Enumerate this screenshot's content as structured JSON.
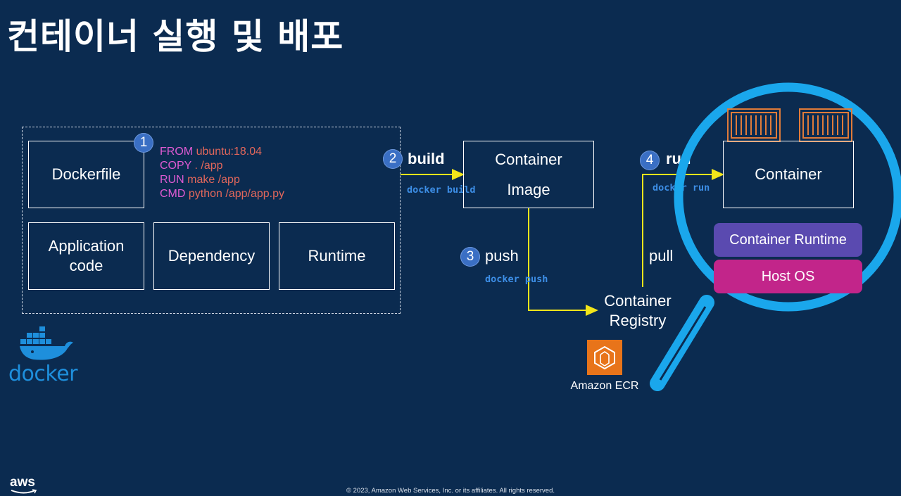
{
  "title": "컨테이너 실행 및 배포",
  "boxes": {
    "dockerfile": "Dockerfile",
    "app_code_line1": "Application",
    "app_code_line2": "code",
    "dependency": "Dependency",
    "runtime": "Runtime",
    "image_line1": "Container",
    "image_line2": "Image",
    "container": "Container",
    "registry_line1": "Container",
    "registry_line2": "Registry"
  },
  "code": [
    {
      "kw": "FROM",
      "arg": "ubuntu:18.04"
    },
    {
      "kw": "COPY",
      "arg": ". /app"
    },
    {
      "kw": "RUN",
      "arg": "make /app"
    },
    {
      "kw": "CMD",
      "arg": "python /app/app.py"
    }
  ],
  "steps": {
    "s1": "1",
    "s2": "2",
    "build": "build",
    "build_cmd": "docker build",
    "s3": "3",
    "push": "push",
    "push_cmd": "docker push",
    "s4": "4",
    "run": "run",
    "run_cmd": "docker run",
    "pull": "pull"
  },
  "stack": {
    "runtime": "Container Runtime",
    "host_os": "Host OS"
  },
  "logos": {
    "docker": "docker",
    "ecr": "Amazon ECR",
    "aws": "aws"
  },
  "footer": "© 2023, Amazon Web Services, Inc. or its affiliates. All rights reserved.",
  "colors": {
    "background": "#0b2b50",
    "arrow": "#f2e51a",
    "lens": "#1aa7ec",
    "runtime_pill": "#5a4ab0",
    "host_pill": "#c2258a",
    "container_stack": "#e07b39",
    "ecr": "#e8741a",
    "docker": "#1e8fdc"
  }
}
